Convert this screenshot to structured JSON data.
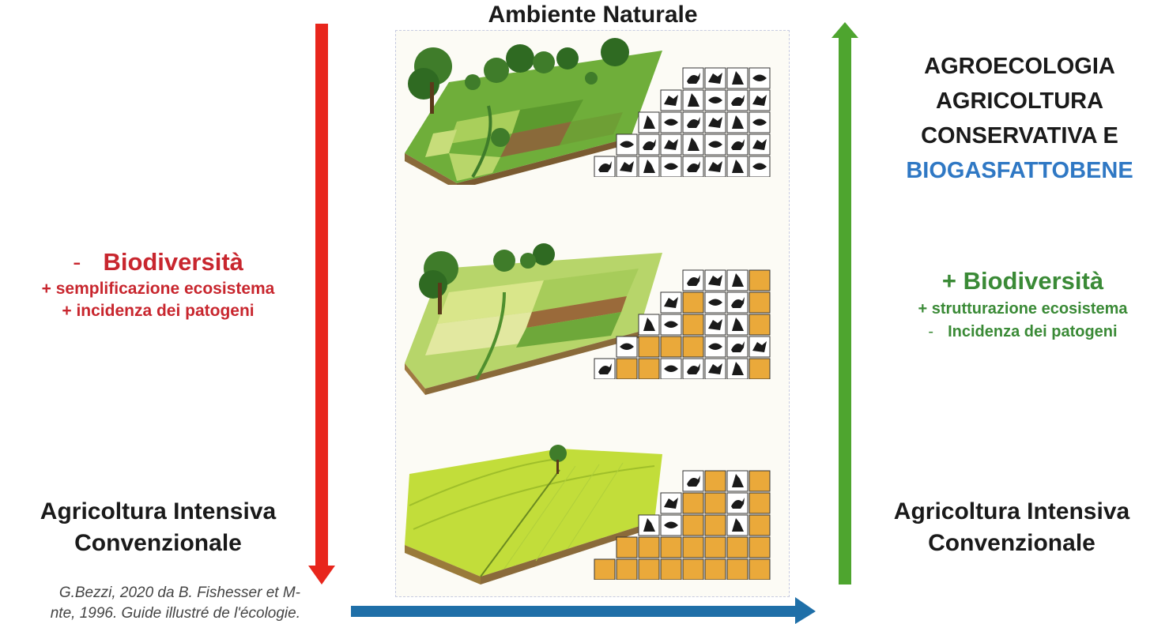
{
  "title": "Ambiente Naturale",
  "left": {
    "dash": "-",
    "line1": "Biodiversità",
    "line2": "+ semplificazione ecosistema",
    "line3": "+ incidenza dei patogeni",
    "bottom1": "Agricoltura Intensiva",
    "bottom2": "Convenzionale"
  },
  "right": {
    "top1": "AGROECOLOGIA",
    "top2": "AGRICOLTURA",
    "top3": "CONSERVATIVA E",
    "top4": "BIOGASFATTOBENE",
    "line1": "+ Biodiversità",
    "line2": "+ strutturazione ecosistema",
    "dash": "-",
    "line3": "Incidenza dei patogeni",
    "bottom1": "Agricoltura Intensiva",
    "bottom2": "Convenzionale"
  },
  "credit": {
    "line1": "G.Bezzi, 2020 da B. Fishesser et M-",
    "line2": "nte, 1996. Guide illustré de l'écologie."
  },
  "colors": {
    "red_arrow": "#e8261c",
    "green_arrow": "#4ea52f",
    "blue_arrow": "#1f6fa8",
    "lost_species": "#eaa93a",
    "red_text": "#c8262e",
    "green_text": "#3a8a36",
    "blue_text": "#2f78c4"
  },
  "grids": [
    {
      "name": "natural",
      "rows": [
        [
          "animal",
          "animal",
          "animal",
          "animal"
        ],
        [
          "animal",
          "animal",
          "animal",
          "animal",
          "animal"
        ],
        [
          "animal",
          "animal",
          "animal",
          "animal",
          "animal",
          "animal"
        ],
        [
          "animal",
          "animal",
          "animal",
          "animal",
          "animal",
          "animal",
          "animal"
        ],
        [
          "animal",
          "animal",
          "animal",
          "animal",
          "animal",
          "animal",
          "animal",
          "animal"
        ]
      ]
    },
    {
      "name": "mixed",
      "rows": [
        [
          "animal",
          "animal",
          "animal",
          "empty"
        ],
        [
          "animal",
          "empty",
          "animal",
          "animal",
          "empty"
        ],
        [
          "animal",
          "animal",
          "empty",
          "animal",
          "animal",
          "empty"
        ],
        [
          "animal",
          "empty",
          "empty",
          "empty",
          "animal",
          "animal",
          "animal"
        ],
        [
          "animal",
          "empty",
          "empty",
          "animal",
          "animal",
          "animal",
          "animal",
          "empty"
        ]
      ]
    },
    {
      "name": "intensive",
      "rows": [
        [
          "animal",
          "empty",
          "animal",
          "empty"
        ],
        [
          "animal",
          "empty",
          "empty",
          "animal",
          "empty"
        ],
        [
          "animal",
          "animal",
          "empty",
          "empty",
          "animal",
          "empty"
        ],
        [
          "empty",
          "empty",
          "empty",
          "empty",
          "empty",
          "empty",
          "empty"
        ],
        [
          "empty",
          "empty",
          "empty",
          "empty",
          "empty",
          "empty",
          "empty",
          "empty"
        ]
      ]
    }
  ]
}
